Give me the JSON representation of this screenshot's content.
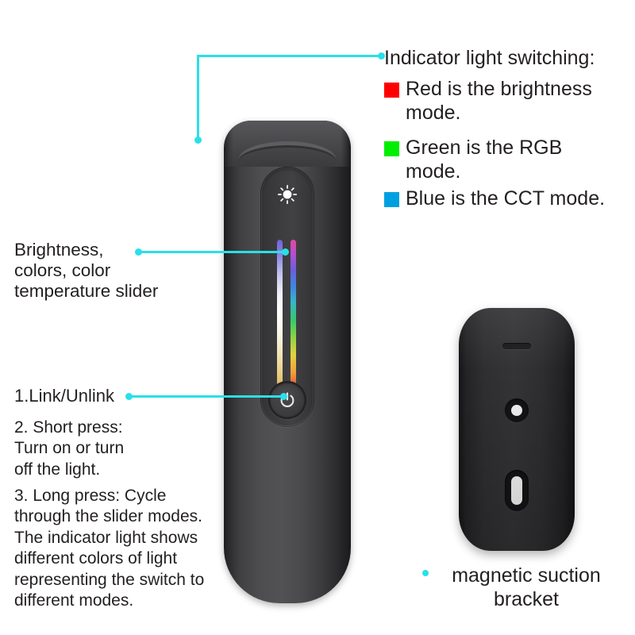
{
  "annotations": {
    "indicator_title": "Indicator light switching:",
    "legend": [
      {
        "color": "#FF0000",
        "text": "Red is the brightness\nmode.",
        "name": "red"
      },
      {
        "color": "#00EE00",
        "text": "Green is the RGB mode.",
        "name": "green"
      },
      {
        "color": "#00A0E0",
        "text": "Blue is the CCT mode.",
        "name": "blue"
      }
    ],
    "brightness_slider": "Brightness,\ncolors, color\ntemperature slider",
    "link_unlink": "1.Link/Unlink",
    "short_press": "2. Short press:\n Turn on or turn\noff the light.",
    "long_press": "3. Long press: Cycle\nthrough the slider modes.\nThe indicator light shows\ndifferent colors of light\nrepresenting the switch to\ndifferent modes.",
    "bracket_label": "magnetic suction\nbracket"
  },
  "device": {
    "indicator_light_name": "indicator-light-strip",
    "slider_panel_name": "slider-panel",
    "cct_bar_name": "cct-gradient-bar",
    "rgb_bar_name": "rgb-gradient-bar",
    "power_button_name": "power-button",
    "sun_icon_top": "sun-bright-icon",
    "sun_icon_bottom": "sun-dim-icon"
  },
  "bracket": {
    "slot_name": "mounting-slot",
    "screw_hole_name": "screw-hole",
    "keyhole_name": "keyhole-slot"
  },
  "colors": {
    "leader": "#29E0E8",
    "text": "#231f20"
  }
}
